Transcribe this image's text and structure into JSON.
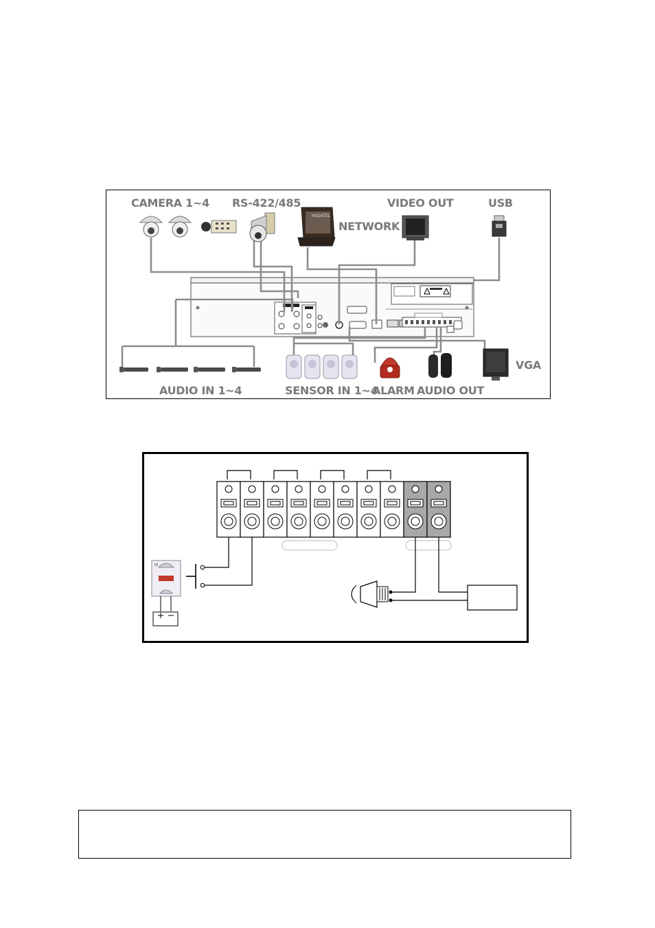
{
  "connection_diagram": {
    "labels": {
      "camera": "CAMERA 1~4",
      "rs485": "RS-422/485",
      "network": "NETWORK",
      "video_out": "VIDEO OUT",
      "usb": "USB",
      "vga": "VGA",
      "audio_in": "AUDIO IN 1~4",
      "sensor_in": "SENSOR IN 1~4",
      "alarm": "ALARM",
      "audio_out": "AUDIO OUT"
    },
    "laptop_brand": "NADATEL"
  },
  "terminal_diagram": {
    "terminal_count": 10,
    "shaded_terminals": [
      9,
      10
    ]
  },
  "colors": {
    "line": "#8c8c8c",
    "label": "#7a7a7a",
    "terminal_shade": "#a8a8a8",
    "alarm_red": "#c0392b",
    "sensor": "#e8e4ef"
  }
}
